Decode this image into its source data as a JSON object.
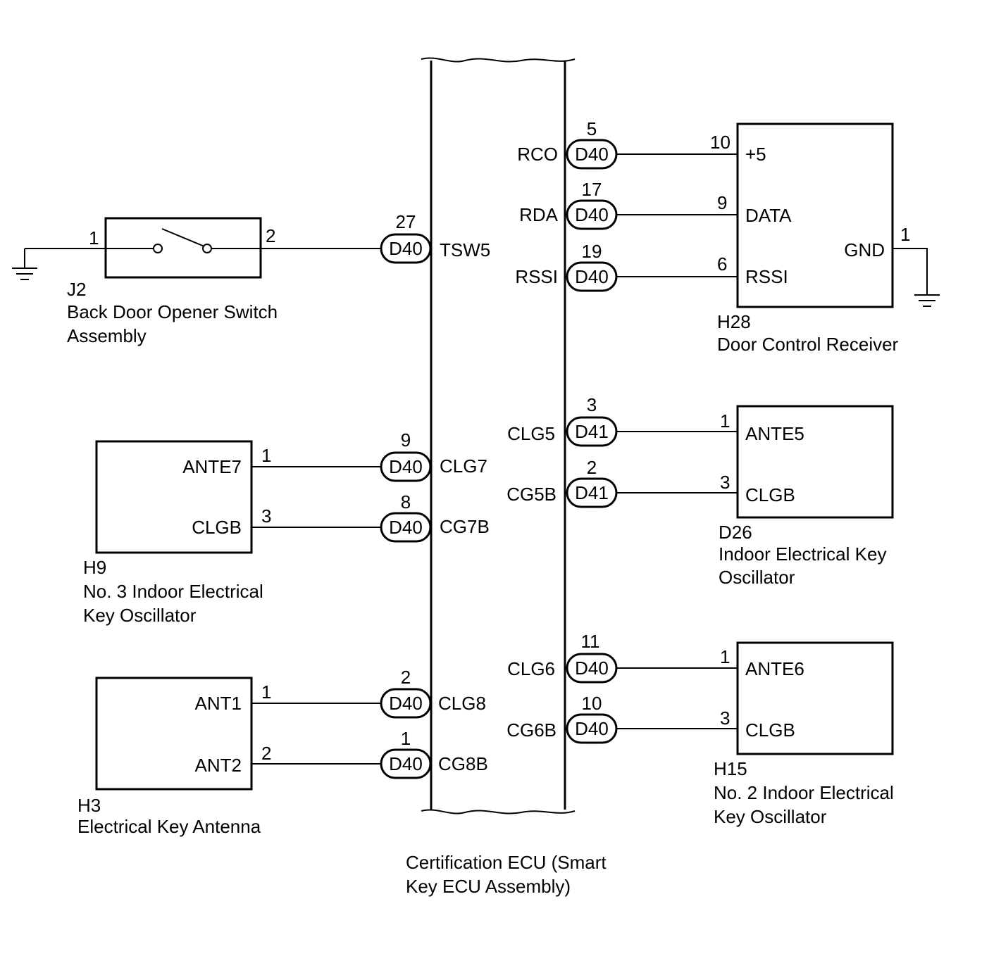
{
  "ecu": {
    "caption": [
      "Certification ECU (Smart",
      "Key ECU Assembly)"
    ],
    "left_terminals": [
      "TSW5",
      "CLG7",
      "CG7B",
      "CLG8",
      "CG8B"
    ],
    "right_terminals": [
      "RCO",
      "RDA",
      "RSSI",
      "CLG5",
      "CG5B",
      "CLG6",
      "CG6B"
    ]
  },
  "left_connectors": [
    {
      "pin": "27",
      "connector": "D40",
      "signal": "TSW5"
    },
    {
      "pin": "9",
      "connector": "D40",
      "signal": "CLG7"
    },
    {
      "pin": "8",
      "connector": "D40",
      "signal": "CG7B"
    },
    {
      "pin": "2",
      "connector": "D40",
      "signal": "CLG8"
    },
    {
      "pin": "1",
      "connector": "D40",
      "signal": "CG8B"
    }
  ],
  "right_connectors": [
    {
      "pin": "5",
      "connector": "D40",
      "signal": "RCO"
    },
    {
      "pin": "17",
      "connector": "D40",
      "signal": "RDA"
    },
    {
      "pin": "19",
      "connector": "D40",
      "signal": "RSSI"
    },
    {
      "pin": "3",
      "connector": "D41",
      "signal": "CLG5"
    },
    {
      "pin": "2",
      "connector": "D41",
      "signal": "CG5B"
    },
    {
      "pin": "11",
      "connector": "D40",
      "signal": "CLG6"
    },
    {
      "pin": "10",
      "connector": "D40",
      "signal": "CG6B"
    }
  ],
  "components": {
    "j2": {
      "code": "J2",
      "name": [
        "Back Door Opener Switch",
        "Assembly"
      ],
      "pins": [
        "1",
        "2"
      ]
    },
    "h28": {
      "code": "H28",
      "name": [
        "Door Control Receiver"
      ],
      "terminals": [
        {
          "pin": "10",
          "label": "+5"
        },
        {
          "pin": "9",
          "label": "DATA"
        },
        {
          "pin": "6",
          "label": "RSSI"
        },
        {
          "pin": "1",
          "label": "GND"
        }
      ]
    },
    "h9": {
      "code": "H9",
      "name": [
        "No. 3 Indoor Electrical",
        "Key Oscillator"
      ],
      "terminals": [
        {
          "pin": "1",
          "label": "ANTE7"
        },
        {
          "pin": "3",
          "label": "CLGB"
        }
      ]
    },
    "d26": {
      "code": "D26",
      "name": [
        "Indoor Electrical Key",
        "Oscillator"
      ],
      "terminals": [
        {
          "pin": "1",
          "label": "ANTE5"
        },
        {
          "pin": "3",
          "label": "CLGB"
        }
      ]
    },
    "h3": {
      "code": "H3",
      "name": [
        "Electrical Key Antenna"
      ],
      "terminals": [
        {
          "pin": "1",
          "label": "ANT1"
        },
        {
          "pin": "2",
          "label": "ANT2"
        }
      ]
    },
    "h15": {
      "code": "H15",
      "name": [
        "No. 2 Indoor Electrical",
        "Key Oscillator"
      ],
      "terminals": [
        {
          "pin": "1",
          "label": "ANTE6"
        },
        {
          "pin": "3",
          "label": "CLGB"
        }
      ]
    }
  }
}
